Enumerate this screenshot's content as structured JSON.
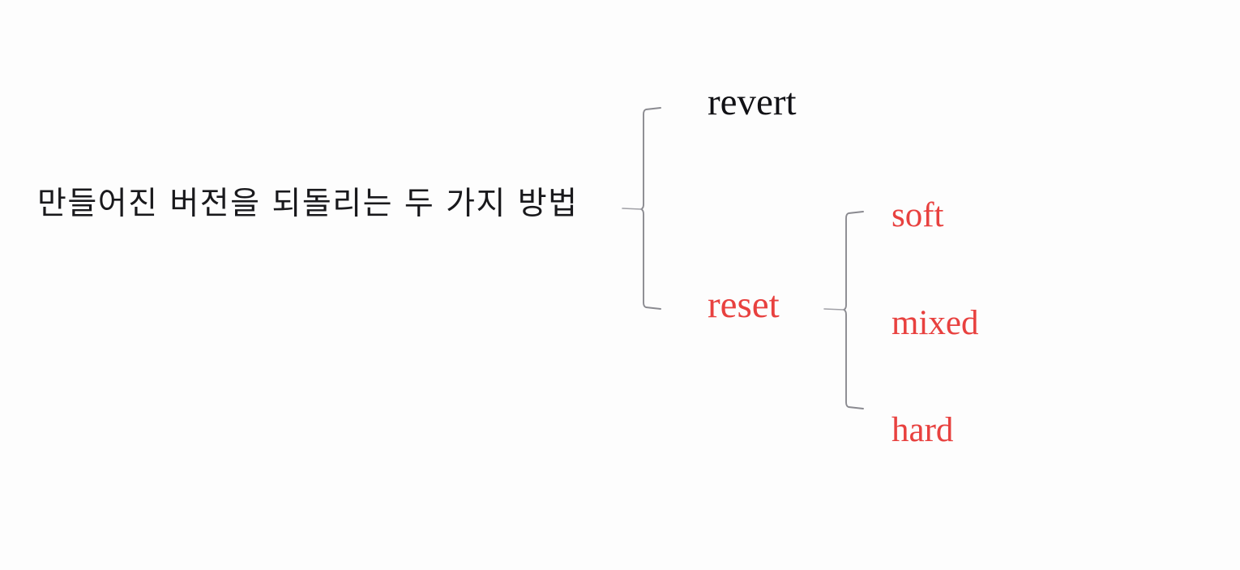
{
  "diagram": {
    "title": "만들어진 버전을 되돌리는 두 가지 방법",
    "background_color": "#fdfdfd",
    "root": {
      "label": "만들어진 버전을 되돌리는 두 가지 방법",
      "color": "#19191c"
    },
    "level1": [
      {
        "label": "revert",
        "color": "#111115"
      },
      {
        "label": "reset",
        "color": "#e8413f"
      }
    ],
    "level2": [
      {
        "label": "soft",
        "color": "#e8413f"
      },
      {
        "label": "mixed",
        "color": "#e8413f"
      },
      {
        "label": "hard",
        "color": "#e8413f"
      }
    ],
    "connectors": [
      {
        "name": "brace-root-to-level1",
        "color": "#8a8a90"
      },
      {
        "name": "brace-reset-to-level2",
        "color": "#8a8a90"
      }
    ]
  }
}
